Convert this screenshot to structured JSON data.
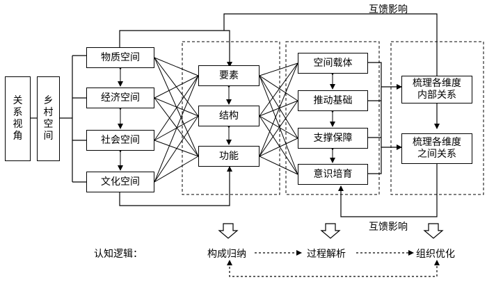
{
  "relation_view": [
    "关",
    "系",
    "视",
    "角"
  ],
  "rural_space": [
    "乡",
    "村",
    "空",
    "间"
  ],
  "spaces": [
    "物质空间",
    "经济空间",
    "社会空间",
    "文化空间"
  ],
  "factors": [
    "要素",
    "结构",
    "功能"
  ],
  "process": [
    "空间载体",
    "推动基础",
    "支撑保障",
    "意识培育"
  ],
  "organize": [
    [
      "梳理各维度",
      "内部关系"
    ],
    [
      "梳理各维度",
      "之间关系"
    ]
  ],
  "feedback_top": "互馈影响",
  "feedback_bottom": "互馈影响",
  "logic": {
    "label": "认知逻辑：",
    "steps": [
      "构成归纳",
      "过程解析",
      "组织优化"
    ]
  }
}
